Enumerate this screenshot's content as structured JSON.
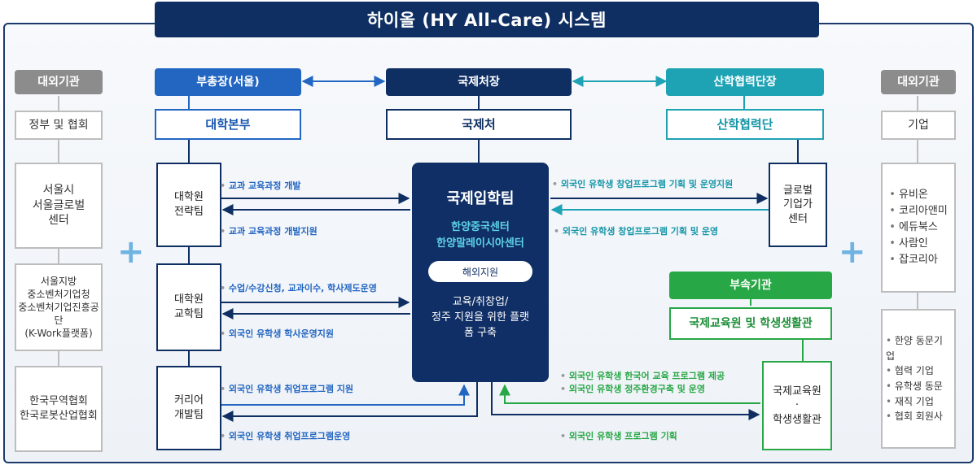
{
  "title": "하이올 (HY All-Care) 시스템",
  "left": {
    "header": "대외기관",
    "category": "정부 및 협회",
    "boxes": [
      "서울시\n서울글로벌\n센터",
      "서울지방\n중소벤처기업청\n중소벤처기업진흥공단\n(K-Work플랫폼)",
      "한국무역협회\n한국로봇산업협회"
    ]
  },
  "right": {
    "header": "대외기관",
    "category": "기업",
    "list1": [
      "유비온",
      "코리아앤미",
      "에듀북스",
      "사람인",
      "잡코리아"
    ],
    "list2": [
      "한양 동문기업",
      "협력 기업",
      "유학생 동문",
      "재직 기업",
      "협회 회원사"
    ]
  },
  "vice": {
    "head": "부총장(서울)",
    "sub": "대학본부"
  },
  "intl": {
    "head": "국제처장",
    "sub": "국제처"
  },
  "iuc": {
    "head": "산학협력단장",
    "sub": "산학협력단"
  },
  "teams": [
    "대학원\n전략팀",
    "대학원\n교학팀",
    "커리어\n개발팀"
  ],
  "center": {
    "title": "국제입학팀",
    "sub1": "한양중국센터",
    "sub2": "한양말레이시아센터",
    "pill": "해외지원",
    "desc": "교육/취창업/\n정주 지원을 위한 플랫\n폼 구축"
  },
  "global": "글로벌\n기업가\n센터",
  "affiliate": {
    "head": "부속기관",
    "sub": "국제교육원 및 학생생활관",
    "box": "국제교육원\n·\n학생생활관"
  },
  "labels": {
    "l1": "교과 교육과정 개발",
    "l2": "교과 교육과정 개발지원",
    "l3": "수업/수강신청, 교과이수, 학사제도운영",
    "l4": "외국인 유학생 학사운영지원",
    "l5": "외국인 유학생 취업프로그램 지원",
    "l6": "외국인 유학생 취업프로그램운영",
    "r1": "외국인 유학생 창업프로그램 기획 및 운영지원",
    "r2": "외국인 유학생 창업프로그램 기획 및 운영",
    "g1": "외국인 유학생 한국어 교육 프로그램 제공",
    "g2": "외국인 유학생 정주환경구축 및 운영",
    "g3": "외국인 유학생 프로그램 기획"
  },
  "colors": {
    "navy": "#0f2f63",
    "blue": "#2366c2",
    "teal": "#1ea3b5",
    "green": "#27a745",
    "gray": "#8c8c8c"
  }
}
